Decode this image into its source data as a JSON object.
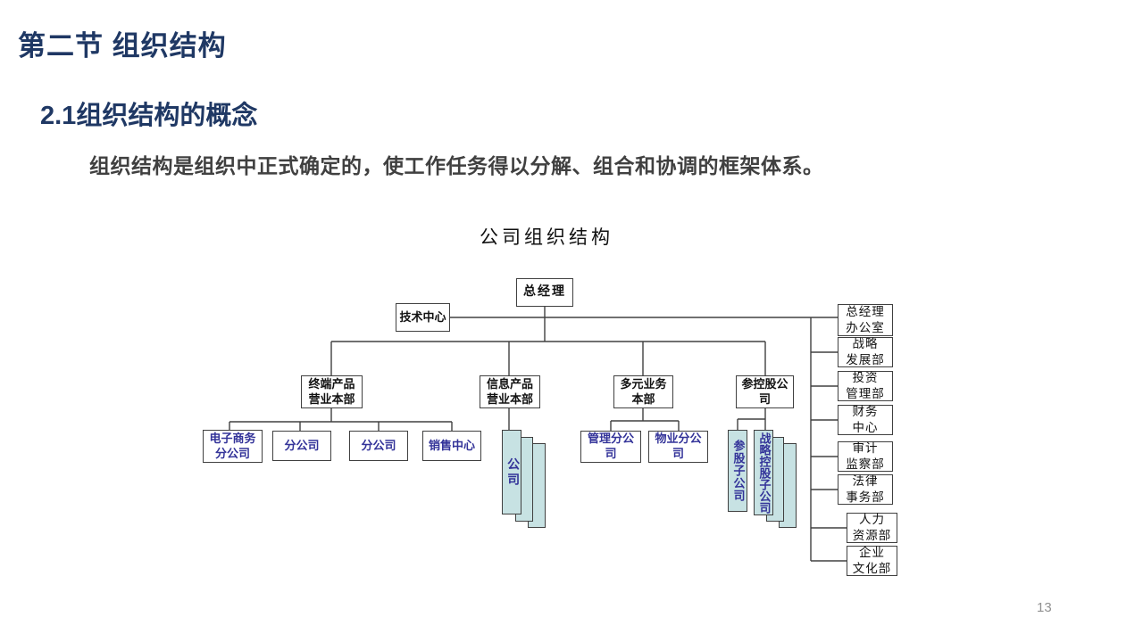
{
  "slide": {
    "section_title": "第二节 组织结构",
    "subsection_title": "2.1组织结构的概念",
    "body_text": "组织结构是组织中正式确定的，使工作任务得以分解、组合和协调的框架体系。",
    "page_number": "13"
  },
  "chart": {
    "title": "公司组织结构",
    "type": "org-chart",
    "colors": {
      "heading": "#1F3864",
      "body_text": "#404040",
      "node_border": "#404040",
      "node_blue_text": "#333399",
      "stack_fill": "#C7E2E3",
      "connector": "#404040",
      "page_number": "#909090"
    },
    "nodes": {
      "gm": {
        "label": "总经理"
      },
      "tech": {
        "label": "技术中心"
      },
      "b1": {
        "label": "终端产品\n营业本部"
      },
      "b2": {
        "label": "信息产品\n营业本部"
      },
      "b3": {
        "label": "多元业务\n本部"
      },
      "b4": {
        "label": "参控股公\n司"
      },
      "c1": {
        "label": "电子商务\n分公司"
      },
      "c2": {
        "label": "分公司"
      },
      "c3": {
        "label": "分公司"
      },
      "c4": {
        "label": "销售中心"
      },
      "s1": {
        "label": "公司"
      },
      "c5": {
        "label": "管理分公\n司"
      },
      "c6": {
        "label": "物业分公\n司"
      },
      "s2": {
        "label": "参股子公司"
      },
      "s3": {
        "label": "战略控股子公司"
      },
      "r1": {
        "label": "总经理\n办公室"
      },
      "r2": {
        "label": "战略\n发展部"
      },
      "r3": {
        "label": "投资\n管理部"
      },
      "r4": {
        "label": "财务\n中心"
      },
      "r5": {
        "label": "审计\n监察部"
      },
      "r6": {
        "label": "法律\n事务部"
      },
      "r7": {
        "label": "人力\n资源部"
      },
      "r8": {
        "label": "企业\n文化部"
      }
    }
  }
}
